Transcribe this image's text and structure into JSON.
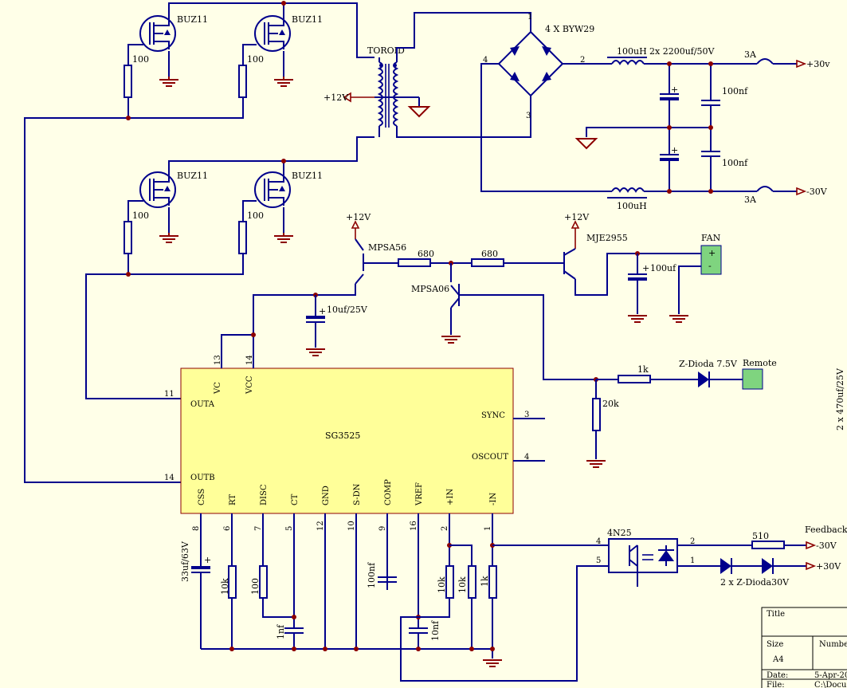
{
  "mosfets": [
    "BUZ11",
    "BUZ11",
    "BUZ11",
    "BUZ11"
  ],
  "gate_resistors": [
    "100",
    "100",
    "100",
    "100"
  ],
  "transformer": {
    "label": "TOROID",
    "supply": "+12V"
  },
  "rectifier": {
    "label": "4 X BYW29",
    "pin_1": "1",
    "pin_2": "2",
    "pin_3": "3",
    "pin_4": "4"
  },
  "output_stage": {
    "inductor_top": "100uH",
    "inductor_bottom": "100uH",
    "caps_label": "2x 2200uf/50V",
    "cap_top": "100nf",
    "cap_bottom": "100nf",
    "fuse_top": "3A",
    "fuse_bottom": "3A",
    "out_pos": "+30v",
    "out_neg": "-30V"
  },
  "fan_circuit": {
    "supply_left": "+12V",
    "supply_right": "+12V",
    "q1": "MPSA56",
    "q2": "MPSA06",
    "q3": "MJE2955",
    "r1": "680",
    "r2": "680",
    "cap": "100uf",
    "vcc_cap": "10uf/25V",
    "fan_label": "FAN",
    "fan_plus": "+",
    "fan_minus": "-"
  },
  "remote_circuit": {
    "r_series": "1k",
    "r_down": "20k",
    "zener": "Z-Dioda 7.5V",
    "remote_label": "Remote"
  },
  "ic": {
    "name": "SG3525",
    "left_pins": [
      {
        "num": "11",
        "name": "OUTA"
      },
      {
        "num": "14",
        "name": "OUTB"
      }
    ],
    "top_pins": [
      {
        "num": "13",
        "name": "VC"
      },
      {
        "num": "14",
        "name": "VCC"
      }
    ],
    "right_pins": [
      {
        "num": "3",
        "name": "SYNC"
      },
      {
        "num": "4",
        "name": "OSCOUT"
      }
    ],
    "bottom_pins": [
      {
        "num": "8",
        "name": "CSS"
      },
      {
        "num": "6",
        "name": "RT"
      },
      {
        "num": "7",
        "name": "DISC"
      },
      {
        "num": "5",
        "name": "CT"
      },
      {
        "num": "12",
        "name": "GND"
      },
      {
        "num": "10",
        "name": "S-DN"
      },
      {
        "num": "9",
        "name": "COMP"
      },
      {
        "num": "16",
        "name": "VREF"
      },
      {
        "num": "2",
        "name": "+IN"
      },
      {
        "num": "1",
        "name": "-IN"
      }
    ]
  },
  "timing": {
    "css_cap": "33uf/63V",
    "rt": "10k",
    "disc": "100",
    "ct": "1nf",
    "comp_cap": "100nf",
    "vref_cap": "10nf"
  },
  "feedback": {
    "r1": "10k",
    "r2": "10k",
    "r3": "1k",
    "opto": "4N25",
    "opto_pin_1": "1",
    "opto_pin_2": "2",
    "opto_pin_4": "4",
    "opto_pin_5": "5",
    "r_feedback": "510",
    "label": "Feedback",
    "neg": "-30V",
    "pos": "+30V",
    "zeners": "2 x Z-Dioda30V"
  },
  "edge_text": {
    "caps": "2 x 470uf/25V"
  },
  "title_block": {
    "title": "Title",
    "size_label": "Size",
    "size_value": "A4",
    "number_label": "Number",
    "date_label": "Date:",
    "date_value": "5-Apr-20",
    "file_label": "File:",
    "file_value": "C:\\Docu"
  }
}
